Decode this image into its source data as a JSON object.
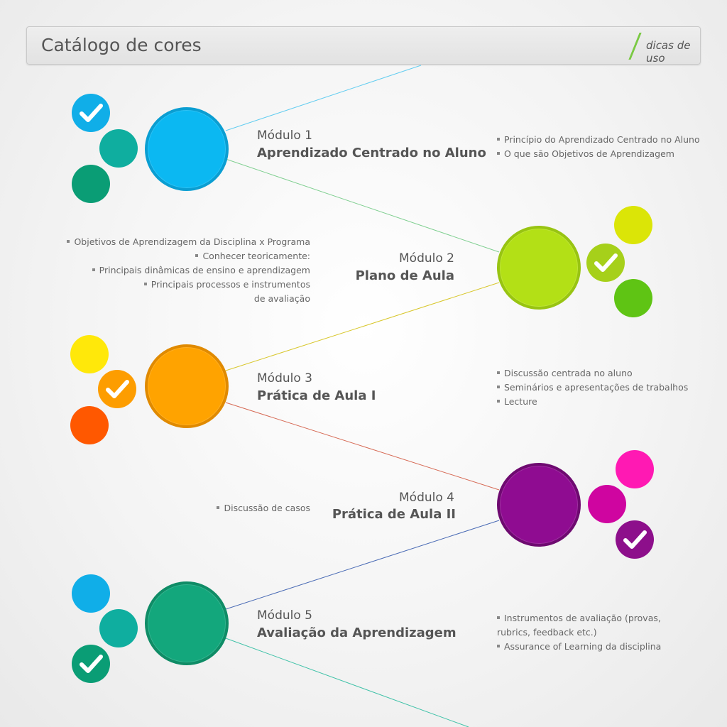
{
  "header": {
    "title": "Catálogo de cores",
    "link": "dicas de uso"
  },
  "modules": [
    {
      "number": "Módulo 1",
      "title": "Aprendizado Centrado no Aluno",
      "color": "#0bb8f2",
      "bullets": [
        "Princípio do Aprendizado Centrado no Aluno",
        "O que são Objetivos de Aprendizagem"
      ],
      "swatches": [
        "#10aee8",
        "#0fae9f",
        "#0a9d75"
      ],
      "checked": 0
    },
    {
      "number": "Módulo 2",
      "title": "Plano de Aula",
      "color": "#b3e016",
      "bullets": [
        "Objetivos de Aprendizagem da Disciplina x Programa",
        "Conhecer teoricamente:",
        "Principais dinâmicas de ensino e aprendizagem",
        "Principais processos e instrumentos",
        "de avaliação"
      ],
      "swatches": [
        "#dbe507",
        "#a6d01a",
        "#5fc414"
      ],
      "checked": 1
    },
    {
      "number": "Módulo 3",
      "title": "Prática de Aula I",
      "color": "#ffa300",
      "bullets": [
        "Discussão centrada no aluno",
        "Seminários e apresentações de trabalhos",
        "Lecture"
      ],
      "swatches": [
        "#ffe80a",
        "#fd9d00",
        "#ff5800"
      ],
      "checked": 1
    },
    {
      "number": "Módulo 4",
      "title": "Prática de Aula II",
      "color": "#8f0c91",
      "bullets": [
        "Discussão de casos"
      ],
      "swatches": [
        "#ff19b3",
        "#cf05a0",
        "#8d0f8b"
      ],
      "checked": 2
    },
    {
      "number": "Módulo 5",
      "title": "Avaliação da Aprendizagem",
      "color": "#13a77c",
      "bullets": [
        "Instrumentos de avaliação (provas,",
        "rubrics, feedback etc.)",
        "Assurance of Learning da disciplina"
      ],
      "swatches": [
        "#10aee8",
        "#0fae9f",
        "#0a9d75"
      ],
      "checked": 2
    }
  ]
}
